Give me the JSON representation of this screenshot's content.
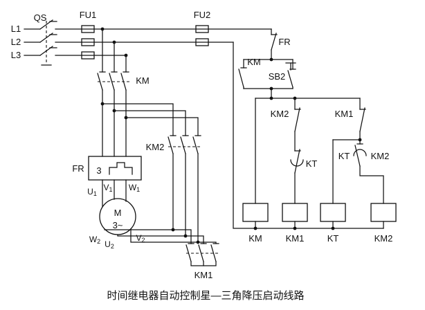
{
  "caption": "时间继电器自动控制星—三角降压启动线路",
  "power": {
    "l1": "L1",
    "l2": "L2",
    "l3": "L3",
    "qs_label": "QS",
    "fu1_label": "FU1",
    "fu2_label": "FU2"
  },
  "main": {
    "km_label": "KM",
    "km2_label": "KM2",
    "km1_label": "KM1",
    "fr": {
      "label": "FR",
      "count": "3"
    },
    "motor": {
      "letter": "M",
      "phases": "3~"
    },
    "terminals": {
      "u1": {
        "base": "U",
        "sub": "1"
      },
      "v1": {
        "base": "V",
        "sub": "1"
      },
      "w1": {
        "base": "W",
        "sub": "1"
      },
      "w2": {
        "base": "W",
        "sub": "2"
      },
      "u2": {
        "base": "U",
        "sub": "2"
      },
      "v2": {
        "base": "V",
        "sub": "2"
      }
    }
  },
  "control": {
    "fr_contact": "FR",
    "km_selfhold": "KM",
    "sb2": "SB2",
    "km2_interlock": "KM2",
    "km1_interlock": "KM1",
    "kt_open": "KT",
    "kt_close": "KT",
    "km2_branch": "KM2",
    "coils": {
      "km": "KM",
      "km1": "KM1",
      "kt": "KT",
      "km2": "KM2"
    }
  }
}
